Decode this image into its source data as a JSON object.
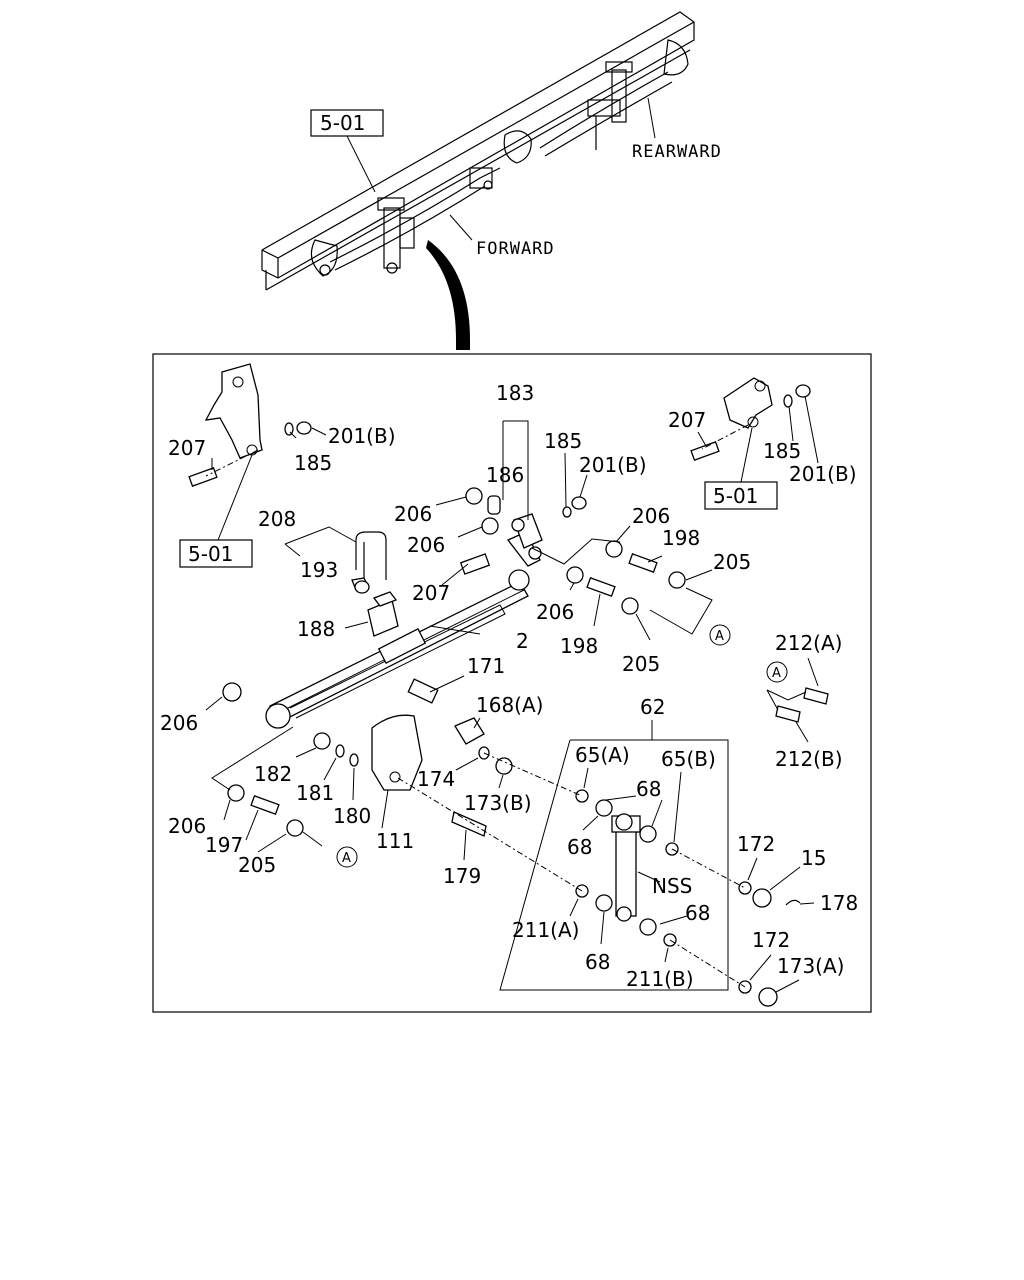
{
  "overview": {
    "ref_tag": "5-01",
    "direction_rear": "REARWARD",
    "direction_front": "FORWARD"
  },
  "detail": {
    "ref_tags": [
      "5-01",
      "5-01"
    ],
    "circle_marker": "A",
    "callouts": {
      "c183": "183",
      "c185a": "185",
      "c186": "186",
      "c201b_a": "201(B)",
      "c207a": "207",
      "c201b_b": "201(B)",
      "c185b": "185",
      "c207b": "207",
      "c185c": "185",
      "c201b_c": "201(B)",
      "c206a": "206",
      "c206b": "206",
      "c206c": "206",
      "c198a": "198",
      "c205a": "205",
      "c208": "208",
      "c193": "193",
      "c207c": "207",
      "c206d": "206",
      "c198b": "198",
      "c205b": "205",
      "c188": "188",
      "c2": "2",
      "c212a": "212(A)",
      "c212b": "212(B)",
      "c171": "171",
      "c168a": "168(A)",
      "c62": "62",
      "c206e": "206",
      "c182": "182",
      "c181": "181",
      "c180": "180",
      "c174": "174",
      "c173b": "173(B)",
      "c65a": "65(A)",
      "c65b": "65(B)",
      "c68a": "68",
      "c68b": "68",
      "c206f": "206",
      "c197": "197",
      "c205c": "205",
      "c111": "111",
      "c179": "179",
      "c172a": "172",
      "c15": "15",
      "cnss": "NSS",
      "c178": "178",
      "c211a": "211(A)",
      "c68c": "68",
      "c68d": "68",
      "c211b": "211(B)",
      "c172b": "172",
      "c173a": "173(A)"
    }
  }
}
